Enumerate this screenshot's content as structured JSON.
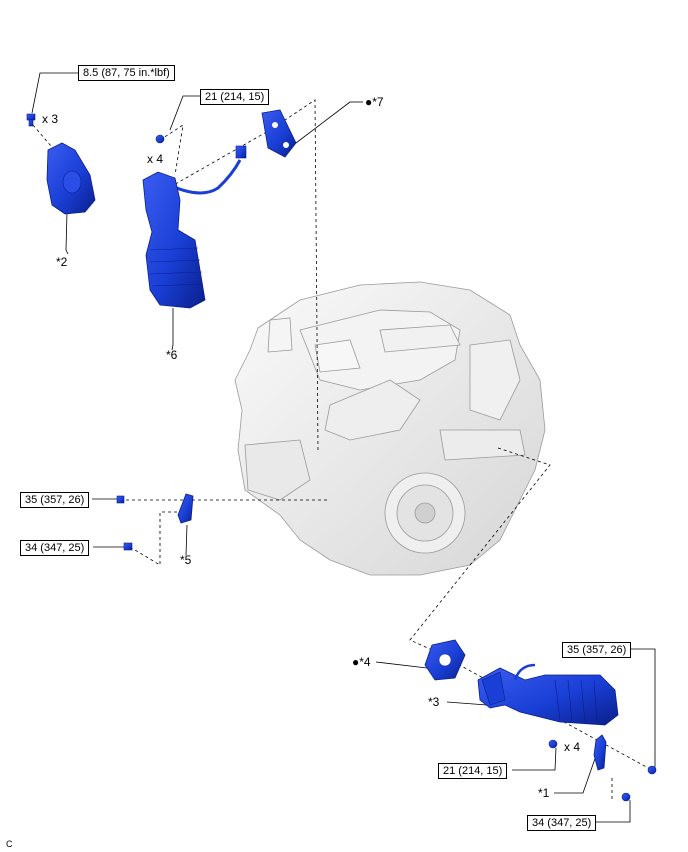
{
  "torque_specs": {
    "t1": "8.5 (87, 75 in.*lbf)",
    "t2": "21 (214, 15)",
    "t3": "35 (357, 26)",
    "t4": "34 (347, 25)",
    "t5": "35 (357, 26)",
    "t6": "21 (214, 15)",
    "t7": "34 (347, 25)"
  },
  "quantities": {
    "q1": "x 3",
    "q2": "x 4",
    "q3": "x 4"
  },
  "callouts": {
    "c1": "*1",
    "c2": "*2",
    "c3": "*3",
    "c4": "●*4",
    "c5": "*5",
    "c6": "*6",
    "c7": "●*7"
  },
  "corner_code": "C",
  "colors": {
    "part_blue": "#1a3fd6",
    "part_dark": "#0a1f8c",
    "engine_gray": "#e8e8e8"
  }
}
